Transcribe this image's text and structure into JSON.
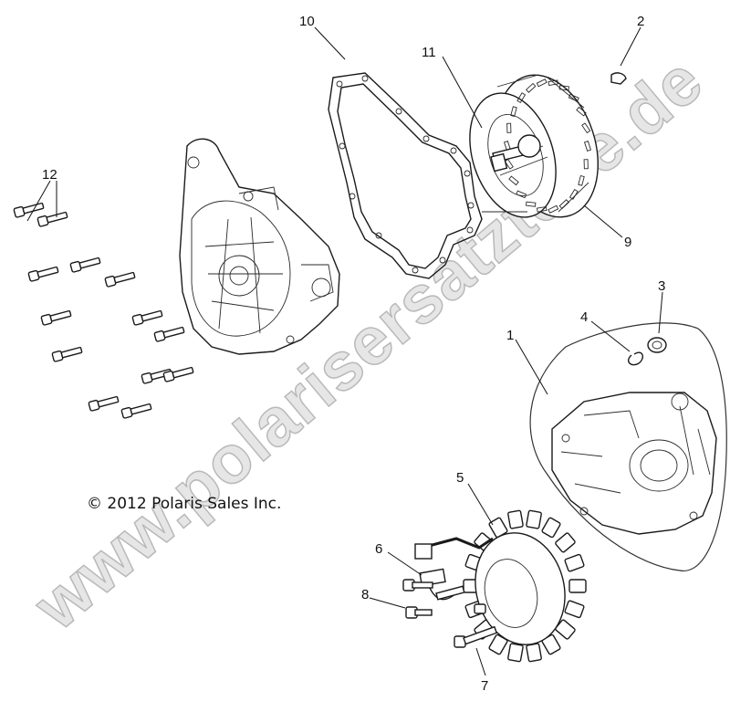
{
  "copyright": "© 2012 Polaris Sales Inc.",
  "watermark": "www.polarisersatzteile.de",
  "callouts": [
    {
      "id": "c1",
      "label": "1"
    },
    {
      "id": "c2",
      "label": "2"
    },
    {
      "id": "c3",
      "label": "3"
    },
    {
      "id": "c4",
      "label": "4"
    },
    {
      "id": "c5",
      "label": "5"
    },
    {
      "id": "c6",
      "label": "6"
    },
    {
      "id": "c7",
      "label": "7"
    },
    {
      "id": "c8",
      "label": "8"
    },
    {
      "id": "c9",
      "label": "9"
    },
    {
      "id": "c10",
      "label": "10"
    },
    {
      "id": "c11",
      "label": "11"
    },
    {
      "id": "c12",
      "label": "12"
    }
  ]
}
